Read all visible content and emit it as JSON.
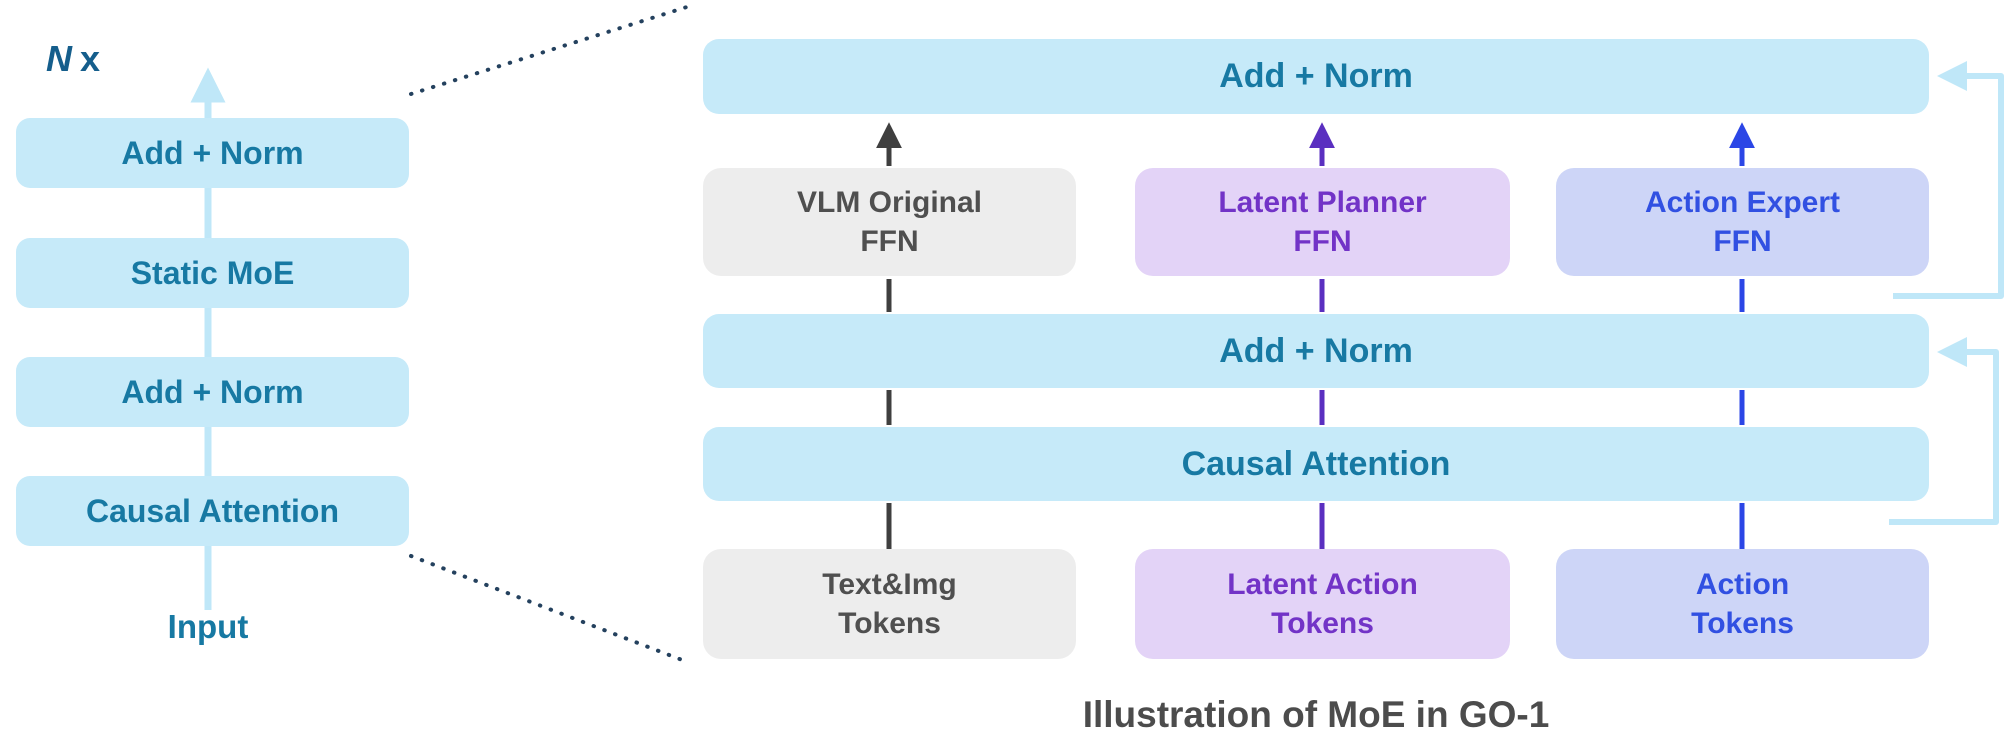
{
  "caption": "Illustration of MoE in GO-1",
  "colors": {
    "light_blue_box": "#c6eaf9",
    "teal_text": "#1779a3",
    "gray_box": "#ededed",
    "gray_text": "#4f4f4f",
    "purple_box": "#e3d3f7",
    "purple_text": "#7233c7",
    "blue_box": "#cdd5f7",
    "blue_text": "#3150e2",
    "arrow_gray": "#3f3f3f",
    "arrow_purple": "#5a2fc0",
    "arrow_blue": "#2b46e6",
    "residual_line": "#bfe7f8",
    "dotted_line": "#24415e"
  },
  "left_stack": {
    "repeat_n": "N",
    "repeat_x": "x",
    "blocks": [
      "Add + Norm",
      "Static MoE",
      "Add + Norm",
      "Causal Attention"
    ],
    "input_label": "Input"
  },
  "right_panel": {
    "top_add_norm": "Add + Norm",
    "mid_add_norm": "Add + Norm",
    "causal_attention": "Causal Attention",
    "ffn_boxes": [
      {
        "lines": [
          "VLM Original",
          "FFN"
        ]
      },
      {
        "lines": [
          "Latent Planner",
          "FFN"
        ]
      },
      {
        "lines": [
          "Action Expert",
          "FFN"
        ]
      }
    ],
    "token_boxes": [
      {
        "lines": [
          "Text&Img",
          "Tokens"
        ]
      },
      {
        "lines": [
          "Latent Action",
          "Tokens"
        ]
      },
      {
        "lines": [
          "Action",
          "Tokens"
        ]
      }
    ]
  }
}
